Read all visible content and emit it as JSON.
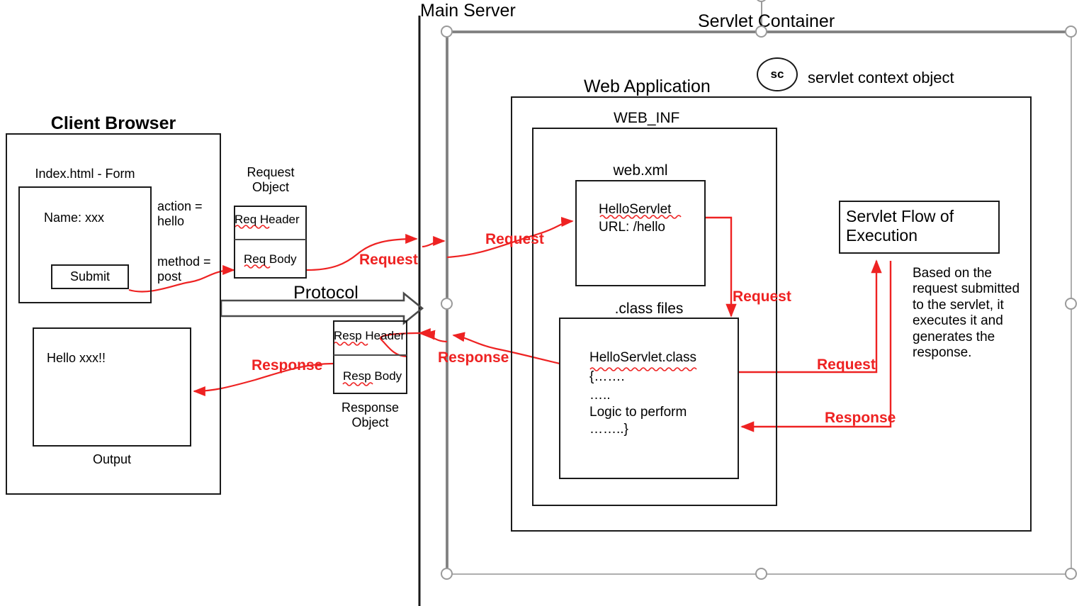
{
  "diagram": {
    "title": "Servlet request-response flow",
    "accent_red": "#ee2222",
    "line_black": "#1a1a1a",
    "handle_gray": "#9a9a9a"
  },
  "client": {
    "title": "Client Browser",
    "form_caption": "Index.html - Form",
    "form_field": "Name: xxx",
    "submit_label": "Submit",
    "attr_action": "action =\nhello",
    "attr_method": "method =\npost",
    "output_text": "Hello xxx!!",
    "output_caption": "Output"
  },
  "request_object": {
    "caption": "Request\nObject",
    "header": "Req Header",
    "body": "Req Body"
  },
  "response_object": {
    "header": "Resp Header",
    "body": "Resp Body",
    "caption": "Response\nObject"
  },
  "protocol": {
    "label": "Protocol"
  },
  "server": {
    "label": "Main Server"
  },
  "container": {
    "label": "Servlet Container",
    "context_badge": "sc",
    "context_label": "servlet context object"
  },
  "webapp": {
    "label": "Web Application",
    "webinf_label": "WEB_INF",
    "webxml_label": "web.xml",
    "webxml_line1": "HelloServlet",
    "webxml_line2": "URL: /hello",
    "class_files_label": ".class files",
    "class_line1": "HelloServlet.class",
    "class_line2": "{…….",
    "class_line3": "…..",
    "class_line4": "Logic to perform",
    "class_line5": "……..}"
  },
  "flow": {
    "title": "Servlet Flow of\nExecution",
    "description": "Based on the\nrequest submitted\nto the servlet, it\nexecutes it and\ngenerates the\nresponse."
  },
  "arrow_labels": {
    "request_protocol": "Request",
    "request_server": "Request",
    "request_down": "Request",
    "request_flow": "Request",
    "response_server": "Response",
    "response_client": "Response",
    "response_flow": "Response"
  }
}
